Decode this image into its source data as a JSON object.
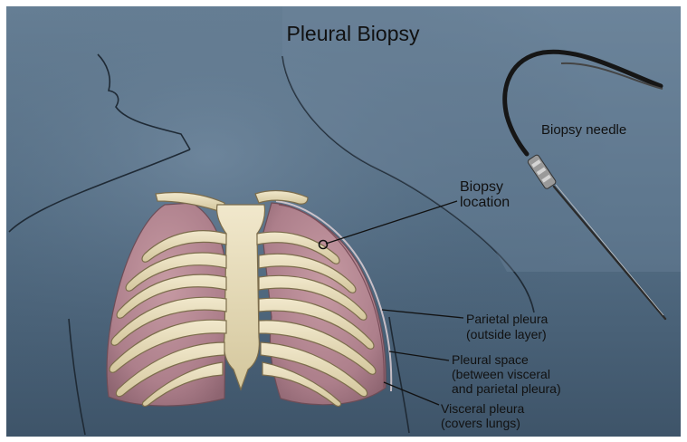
{
  "title": "Pleural Biopsy",
  "needle_label": "Biopsy needle",
  "location_label": [
    "Biopsy",
    "location"
  ],
  "callouts": [
    {
      "lines": [
        "Parietal pleura",
        "(outside layer)"
      ]
    },
    {
      "lines": [
        "Pleural space",
        "(between visceral",
        "and parietal pleura)"
      ]
    },
    {
      "lines": [
        "Visceral pleura",
        "(covers lungs)"
      ]
    }
  ],
  "colors": {
    "background_top": "#5e7890",
    "background_bottom": "#3f566c",
    "lung": "#b78a94",
    "bone": "#e6dcba",
    "bone_outline": "#7c6d4c",
    "needle": "#2b2b2b"
  }
}
